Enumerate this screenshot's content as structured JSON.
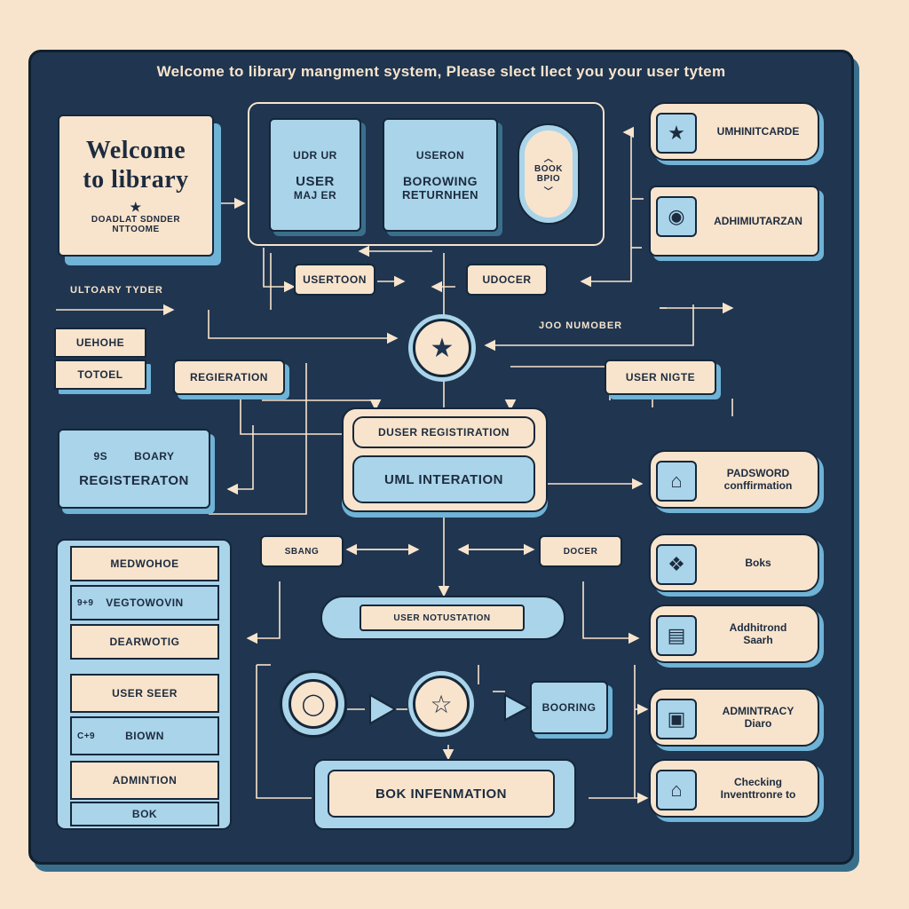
{
  "header": {
    "title": "Welcome to library mangment system, Please slect llect you your user tytem"
  },
  "welcome_card": {
    "line1": "Welcome",
    "line2": "to library",
    "sub1": "DOADLAT SDNDER",
    "sub2": "NTTOOME"
  },
  "top_group": {
    "card_a": {
      "top": "UDR UR",
      "line1": "USER",
      "line2": "MAJ ER"
    },
    "card_b": {
      "top": "USERON",
      "line1": "BOROWING",
      "line2": "RETURNHEN"
    },
    "card_c": {
      "line1": "BOOK",
      "line2": "BPIO"
    }
  },
  "labels": {
    "ulibrary_tyder": "ULTOARY TYDER",
    "job_number": "JOO NUMOBER"
  },
  "mid_boxes": {
    "usertoon": "USERTOON",
    "udocer": "UDOCER",
    "uehome": "UEHOHE",
    "totoel": "TOTOEL",
    "registration": "REGIERATION",
    "user_nigte": "USER NIGTE",
    "sbang": "SBANG",
    "docer": "DOCER"
  },
  "registration_card": {
    "line1": "BOARY",
    "line2": "REGISTERATON",
    "marker": "9S"
  },
  "center": {
    "top": "DUSER REGISTIRATION",
    "bottom": "UML INTERATION",
    "user_notification": "USER NOTUSTATION",
    "booking": "BOORING",
    "book_information": "BOK INFENMATION"
  },
  "left_list": [
    {
      "label": "MEDWOHOE",
      "marker": ""
    },
    {
      "label": "VEGTOWOVIN",
      "marker": "9+9"
    },
    {
      "label": "DEARWOTIG",
      "marker": ""
    },
    {
      "label": "USER SEER",
      "marker": ""
    },
    {
      "label": "BIOWN",
      "marker": "C+9"
    },
    {
      "label": "ADMINTION",
      "marker": ""
    },
    {
      "label": "BOK",
      "marker": ""
    }
  ],
  "right_items": [
    {
      "line1": "UMHINITCARDE",
      "line2": "",
      "icon": "star-icon"
    },
    {
      "line1": "ADHIMIUTARZAN",
      "line2": "",
      "icon": "ring-icon"
    },
    {
      "line1": "PADSWORD",
      "line2": "conffirmation",
      "icon": "bell-icon"
    },
    {
      "line1": "Boks",
      "line2": "",
      "icon": "cube-icon"
    },
    {
      "line1": "Addhitrond",
      "line2": "Saarh",
      "icon": "book-icon"
    },
    {
      "line1": "ADMINTRACY",
      "line2": "Diaro",
      "icon": "frame-icon"
    },
    {
      "line1": "Checking",
      "line2": "Inventtronre to",
      "icon": "house-icon"
    }
  ]
}
